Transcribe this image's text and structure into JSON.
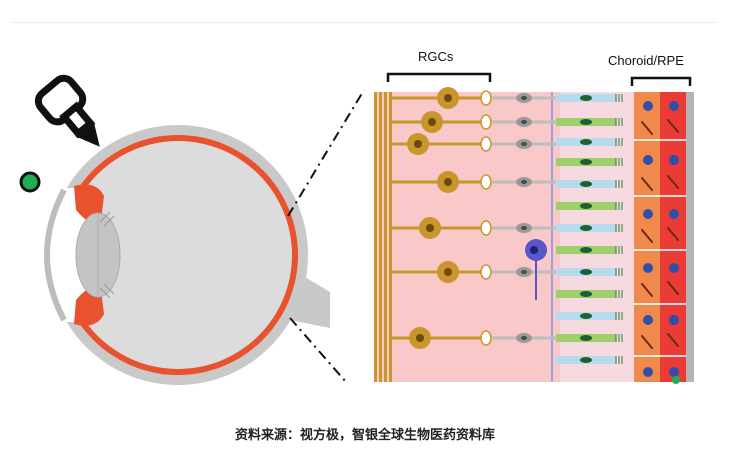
{
  "labels": {
    "rgcs": "RGCs",
    "choroid_rpe": "Choroid/RPE"
  },
  "caption": "资料来源：视方极，智银全球生物医药资料库",
  "colors": {
    "retina_bg": "#f9c9c9",
    "rgc_gold": "#c8962a",
    "rpe_orange": "#f08a4c",
    "choroid_red": "#ea3b36",
    "photoreceptor_green": "#9fcf6a",
    "photoreceptor_blue": "#b7dbee",
    "eye_gray": "#d8d8d8",
    "drop_green": "#1fae52"
  },
  "icons": [
    "eye-drop-bottle-icon",
    "eye-drop-icon",
    "eye-icon"
  ]
}
